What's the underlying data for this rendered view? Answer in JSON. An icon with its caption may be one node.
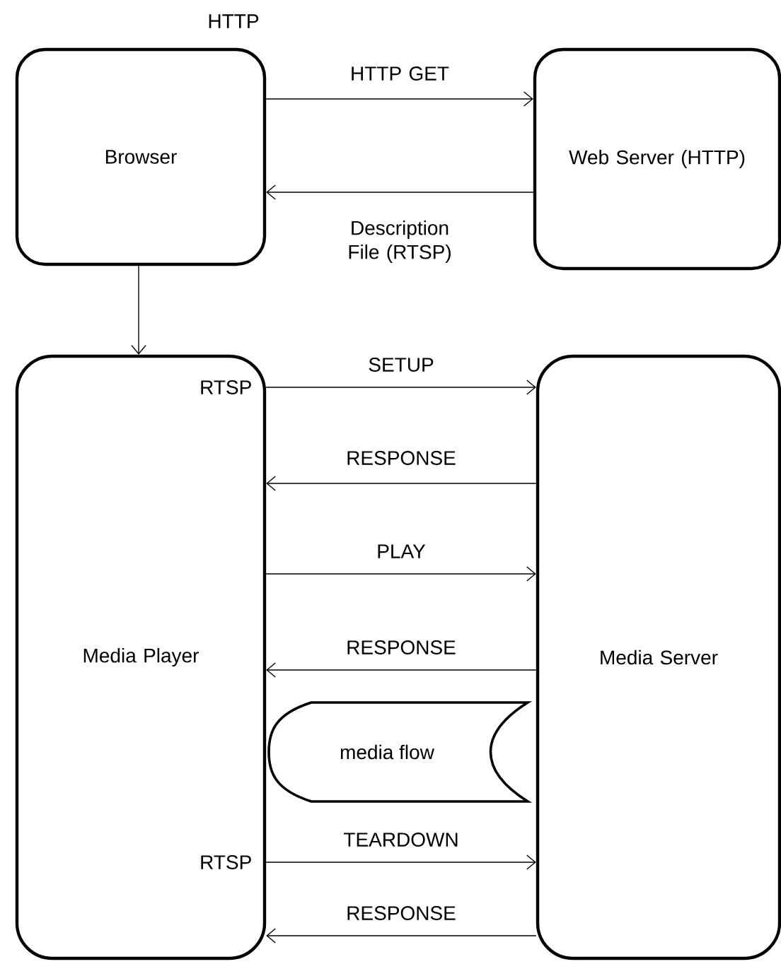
{
  "diagram": {
    "nodes": [
      {
        "text": [
          "Browser"
        ],
        "beside": [
          "HTTP"
        ]
      },
      {
        "text": [
          "Web Server (HTTP)"
        ]
      },
      {
        "text": [
          "Media Player"
        ]
      },
      {
        "text": [
          "Media Server"
        ]
      },
      {
        "text": [
          "media flow"
        ]
      }
    ],
    "edges": [
      {
        "from": 0,
        "to": 1,
        "arrow": "to",
        "label": "HTTP GET"
      },
      {
        "from": 1,
        "to": 0,
        "arrow": "to",
        "label": "Description File (RTSP)"
      },
      {
        "from": 0,
        "to": 2,
        "arrow": "to"
      },
      {
        "from": 2,
        "to": 3,
        "arrow": "to",
        "label": "SETUP"
      },
      {
        "from": 3,
        "to": 2,
        "arrow": "to",
        "label": "RESPONSE"
      },
      {
        "from": 2,
        "to": 3,
        "arrow": "to",
        "label": "PLAY"
      },
      {
        "from": 3,
        "to": 2,
        "arrow": "to",
        "label": "RESPONSE"
      },
      {
        "from": 2,
        "to": 3,
        "arrow": "to",
        "label": "TEARDOWN"
      },
      {
        "from": 3,
        "to": 2,
        "arrow": "to",
        "label": "RESPONSE"
      }
    ],
    "labels": [
      "RTSP",
      "RTSP"
    ]
  }
}
